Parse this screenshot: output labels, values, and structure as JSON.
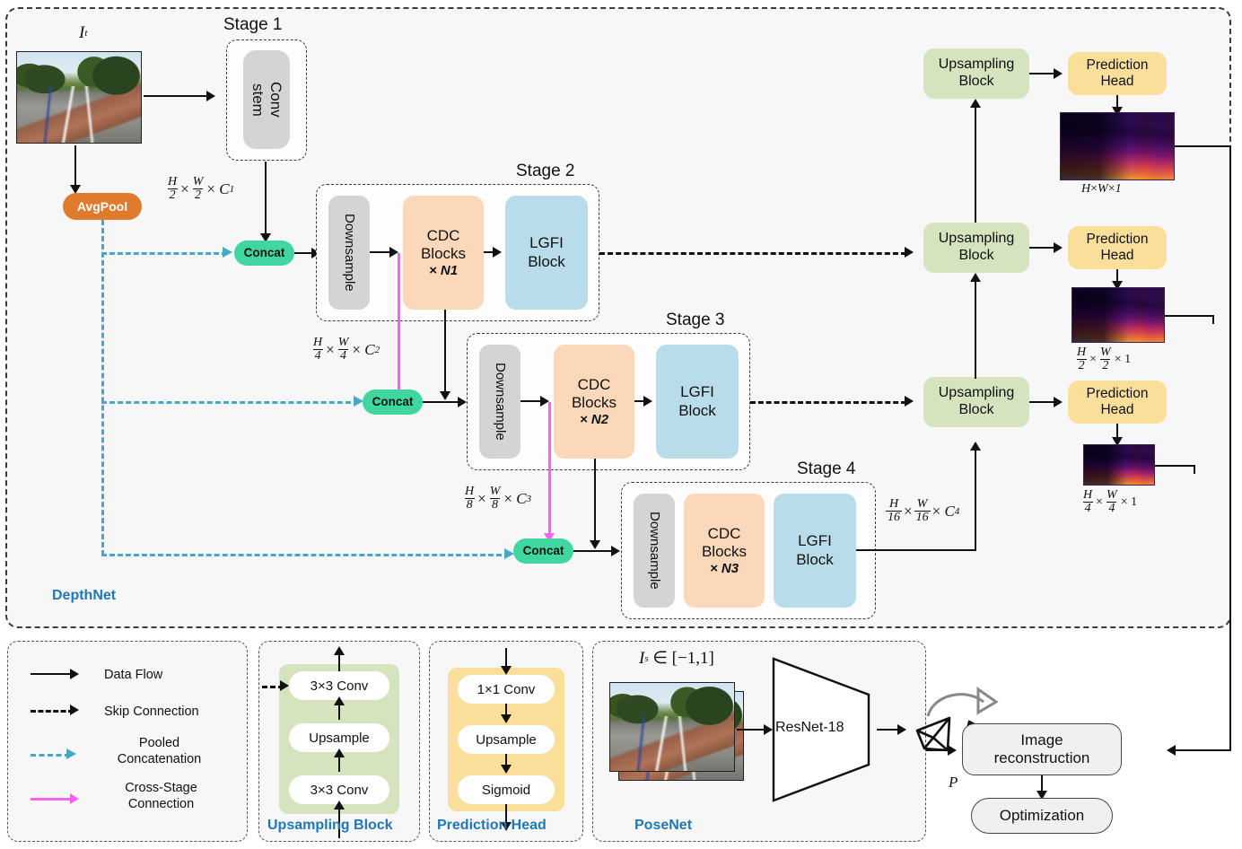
{
  "depthnet": {
    "label": "DepthNet",
    "input_image_label": "I_t",
    "avgpool": "AvgPool",
    "stage1": {
      "title": "Stage 1",
      "block": "Conv\nstem",
      "block_line1": "Conv",
      "block_line2": "stem",
      "out_shape": "H/2 × W/2 × C1"
    },
    "concat_label": "Concat",
    "stages": [
      {
        "title": "Stage 2",
        "downsample": "Downsample",
        "cdc_l1": "CDC",
        "cdc_l2": "Blocks",
        "cdc_l3": "× N1",
        "lgfi_l1": "LGFI",
        "lgfi_l2": "Block",
        "out_shape": "H/4 × W/4 × C2"
      },
      {
        "title": "Stage 3",
        "downsample": "Downsample",
        "cdc_l1": "CDC",
        "cdc_l2": "Blocks",
        "cdc_l3": "× N2",
        "lgfi_l1": "LGFI",
        "lgfi_l2": "Block",
        "out_shape": "H/8 × W/8 × C3"
      },
      {
        "title": "Stage 4",
        "downsample": "Downsample",
        "cdc_l1": "CDC",
        "cdc_l2": "Blocks",
        "cdc_l3": "× N3",
        "lgfi_l1": "LGFI",
        "lgfi_l2": "Block",
        "out_shape": "H/16 × W/16 × C4"
      }
    ],
    "decoder": {
      "upsampling_l1": "Upsampling",
      "upsampling_l2": "Block",
      "prediction_l1": "Prediction",
      "prediction_l2": "Head",
      "depth_shapes": [
        "H × W × 1",
        "H/2 × W/2 × 1",
        "H/4 × W/4 × 1"
      ]
    }
  },
  "legend": {
    "items": [
      {
        "label": "Data Flow",
        "style": "solid-black"
      },
      {
        "label": "Skip Connection",
        "style": "dashed-black"
      },
      {
        "label_line1": "Pooled",
        "label_line2": "Concatenation",
        "label": "Pooled Concatenation",
        "style": "dashed-cyan"
      },
      {
        "label_line1": "Cross-Stage",
        "label_line2": "Connection",
        "label": "Cross-Stage Connection",
        "style": "solid-magenta"
      }
    ]
  },
  "upsampling_block": {
    "title": "Upsampling Block",
    "rows": [
      "3×3 Conv",
      "Upsample",
      "3×3 Conv"
    ]
  },
  "prediction_head": {
    "title": "Prediction Head",
    "rows": [
      "1×1 Conv",
      "Upsample",
      "Sigmoid"
    ]
  },
  "posenet": {
    "title": "PoseNet",
    "input_label": "I_s ∈ [−1,1]",
    "backbone": "ResNet-18",
    "pose_label": "P"
  },
  "output": {
    "image_reconstruction_l1": "Image",
    "image_reconstruction_l2": "reconstruction",
    "optimization": "Optimization"
  },
  "colors": {
    "downsample": "#d4d4d4",
    "cdc": "#fbd8b9",
    "lgfi": "#b9dcea",
    "upsampling": "#d6e3bf",
    "prediction": "#fadf9b",
    "concat": "#3fd6a0",
    "avgpool": "#e07b2e",
    "netlabel": "#1f77b4",
    "pooled_concat": "#46a8c4",
    "cross_stage": "#f563f5",
    "data_flow": "#111111"
  }
}
